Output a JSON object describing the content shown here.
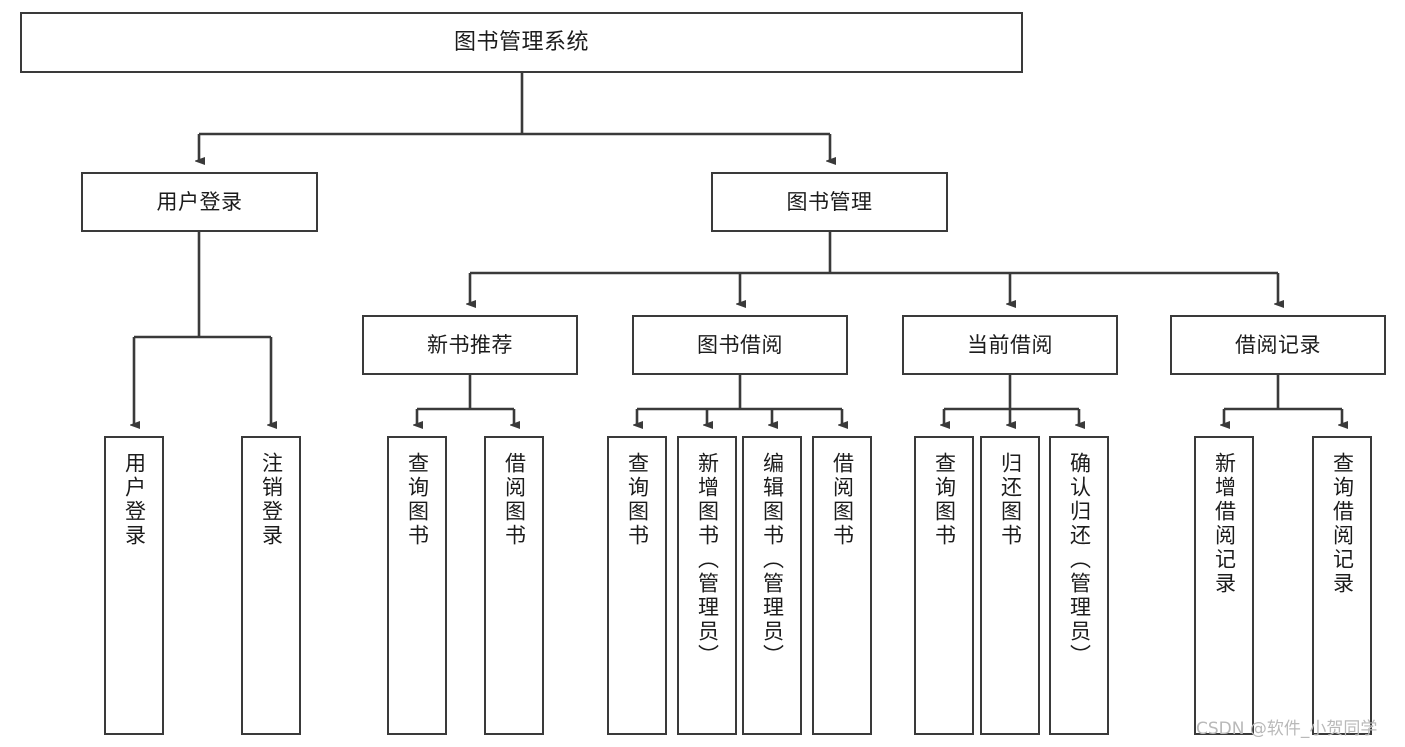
{
  "diagram": {
    "title": "图书管理系统",
    "type": "functional-structure-tree",
    "stroke_color": "#3a3a3a",
    "text_color": "#1c1c1c",
    "background_color": "#ffffff",
    "watermark": "CSDN @软件_小贺同学",
    "nodes": {
      "root": {
        "label": "图书管理系统"
      },
      "level2": [
        {
          "id": "user-login",
          "label": "用户登录"
        },
        {
          "id": "book-management",
          "label": "图书管理"
        }
      ],
      "level3": [
        {
          "id": "new-book-recommend",
          "label": "新书推荐"
        },
        {
          "id": "book-borrow",
          "label": "图书借阅"
        },
        {
          "id": "current-borrow",
          "label": "当前借阅"
        },
        {
          "id": "borrow-record",
          "label": "借阅记录"
        }
      ],
      "leaves": [
        {
          "id": "leaf-user-login",
          "label": "用户登录",
          "parent": "user-login"
        },
        {
          "id": "leaf-logout-login",
          "label": "注销登录",
          "parent": "user-login"
        },
        {
          "id": "leaf-query-book-1",
          "label": "查询图书",
          "parent": "new-book-recommend"
        },
        {
          "id": "leaf-borrow-book-1",
          "label": "借阅图书",
          "parent": "new-book-recommend"
        },
        {
          "id": "leaf-query-book-2",
          "label": "查询图书",
          "parent": "book-borrow"
        },
        {
          "id": "leaf-add-book",
          "label": "新增图书（管理员）",
          "parent": "book-borrow"
        },
        {
          "id": "leaf-edit-book",
          "label": "编辑图书（管理员）",
          "parent": "book-borrow"
        },
        {
          "id": "leaf-borrow-book-2",
          "label": "借阅图书",
          "parent": "book-borrow"
        },
        {
          "id": "leaf-query-book-3",
          "label": "查询图书",
          "parent": "current-borrow"
        },
        {
          "id": "leaf-return-book",
          "label": "归还图书",
          "parent": "current-borrow"
        },
        {
          "id": "leaf-confirm-return",
          "label": "确认归还（管理员）",
          "parent": "current-borrow"
        },
        {
          "id": "leaf-add-record",
          "label": "新增借阅记录",
          "parent": "borrow-record"
        },
        {
          "id": "leaf-query-record",
          "label": "查询借阅记录",
          "parent": "borrow-record"
        }
      ]
    }
  }
}
